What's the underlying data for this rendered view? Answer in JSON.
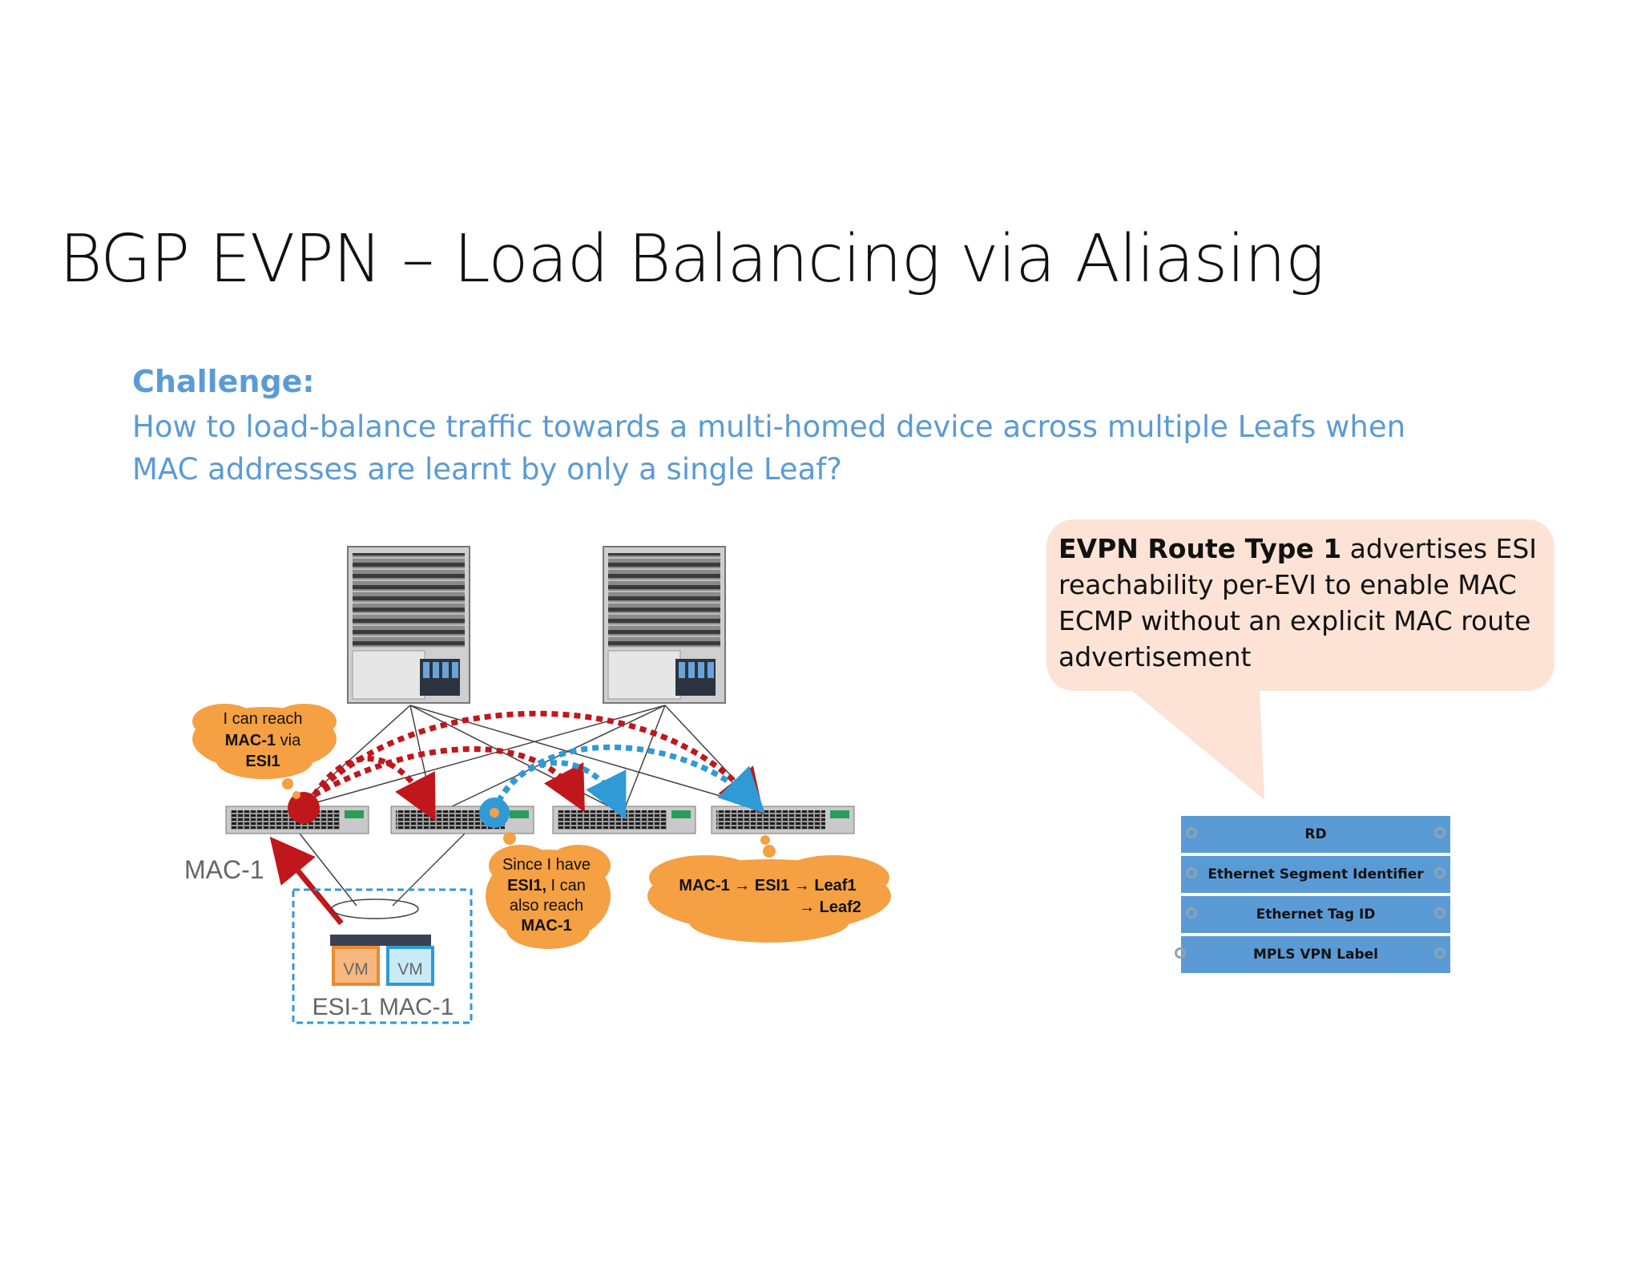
{
  "slide": {
    "title": "BGP EVPN – Load Balancing via Aliasing",
    "challenge_heading": "Challenge:",
    "challenge_text": "How to load-balance traffic towards a multi-homed device across multiple Leafs when MAC addresses are learnt by only a single Leaf?"
  },
  "callout": {
    "bold": "EVPN Route Type 1",
    "text": " advertises ESI reachability per-EVI to enable MAC ECMP without an explicit MAC route advertisement"
  },
  "route_fields": [
    {
      "label": "RD"
    },
    {
      "label": "Ethernet Segment Identifier"
    },
    {
      "label": "Ethernet Tag ID"
    },
    {
      "label": "MPLS VPN Label"
    }
  ],
  "diagram": {
    "cloud1": {
      "line1": "I can reach",
      "line2_bold": "MAC-1",
      "line2_rest": " via",
      "line3_bold": "ESI1"
    },
    "cloud2": {
      "line1": "Since I have",
      "line2_bold": "ESI1,",
      "line2_rest": " I can",
      "line3": "also reach",
      "line4_bold": "MAC-1"
    },
    "cloud3": {
      "line1": "MAC-1 → ESI1 → Leaf1",
      "line2": "→ Leaf2"
    },
    "mac_label": "MAC-1",
    "vm1": "VM",
    "vm2": "VM",
    "esi_label": "ESI-1 MAC-1"
  },
  "colors": {
    "accent_blue": "#5b9bd5",
    "callout_bg": "#fce3d6",
    "cloud_orange": "#f4a043",
    "arrow_red": "#c0171c",
    "arrow_blue": "#2f9ad6"
  }
}
